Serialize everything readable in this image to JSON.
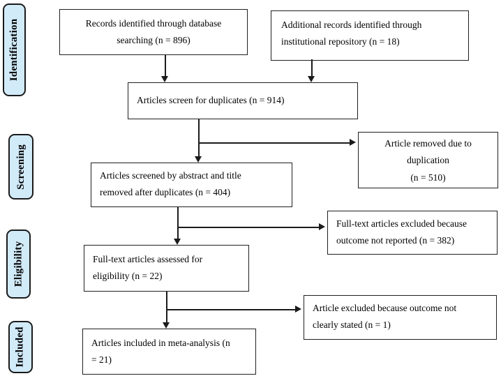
{
  "figure": {
    "type": "prisma-flow-diagram",
    "stage_labels": [
      "Identification",
      "Screening",
      "Eligibility",
      "Included"
    ],
    "boxes": {
      "records_database": "Records identified through database\nsearching (n = 896)",
      "records_repository": "Additional records identified through\ninstitutional repository (n = 18)",
      "screen_duplicates": "Articles screen for duplicates (n = 914)",
      "removed_duplication": "Article removed due to\nduplication\n(n = 510)",
      "screened_abstract_title": "Articles screened by abstract and title\nremoved after duplicates (n = 404)",
      "fulltext_excluded": "Full-text articles excluded because\noutcome not reported (n = 382)",
      "fulltext_assessed": "Full-text articles assessed for\neligibility (n = 22)",
      "article_excluded": "Article excluded because outcome not\nclearly stated (n = 1)",
      "included_meta_analysis": "Articles included in meta-analysis (n\n= 21)"
    },
    "counts": {
      "database_searching": 896,
      "institutional_repository": 18,
      "screened_for_duplicates": 914,
      "removed_duplication": 510,
      "screened_abstract_title": 404,
      "fulltext_excluded_outcome_not_reported": 382,
      "fulltext_assessed_eligibility": 22,
      "excluded_outcome_not_stated": 1,
      "included_meta_analysis": 21
    },
    "colors": {
      "stage_fill": "#d2ebf9",
      "stage_border": "#1b1b1b",
      "box_fill": "#ffffff",
      "box_border": "#1f1f1f",
      "arrow": "#1b1b1b",
      "background": "#ffffff"
    }
  }
}
